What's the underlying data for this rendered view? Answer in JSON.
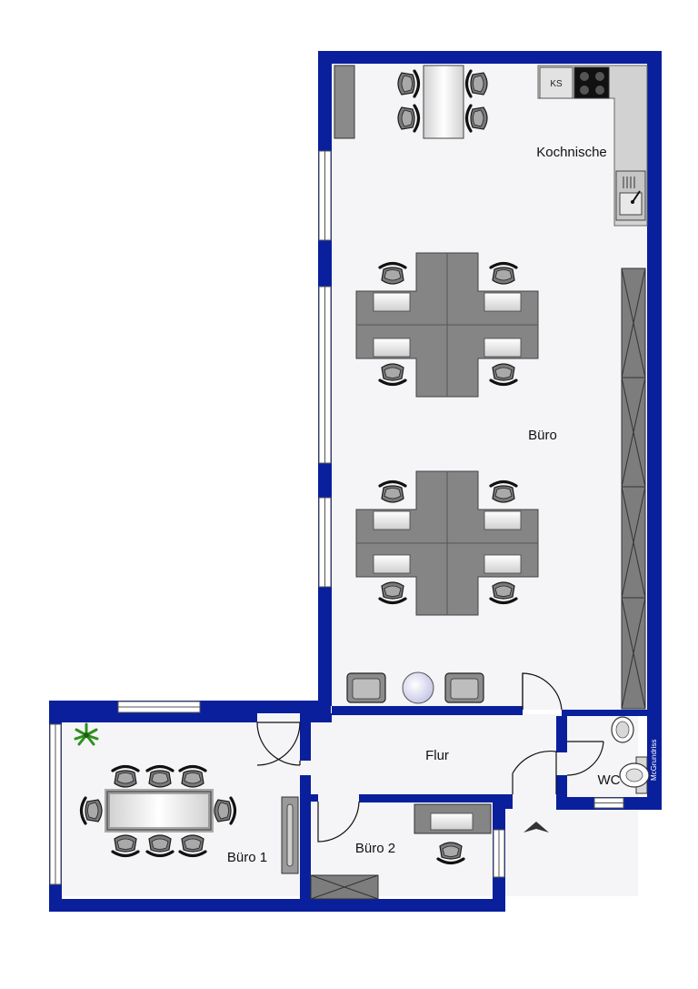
{
  "rooms": {
    "kochnische": "Kochnische",
    "buero": "Büro",
    "flur": "Flur",
    "buero1": "Büro 1",
    "buero2": "Büro 2",
    "wc": "WC"
  },
  "fixtures": {
    "fridge": "KS"
  },
  "brand": "McGrundriss",
  "colors": {
    "wall": "#0a1f9c",
    "floor": "#f5f5f7",
    "furniture_dark": "#858585",
    "furniture_light": "#e6e6e6",
    "window": "#ffffff"
  }
}
